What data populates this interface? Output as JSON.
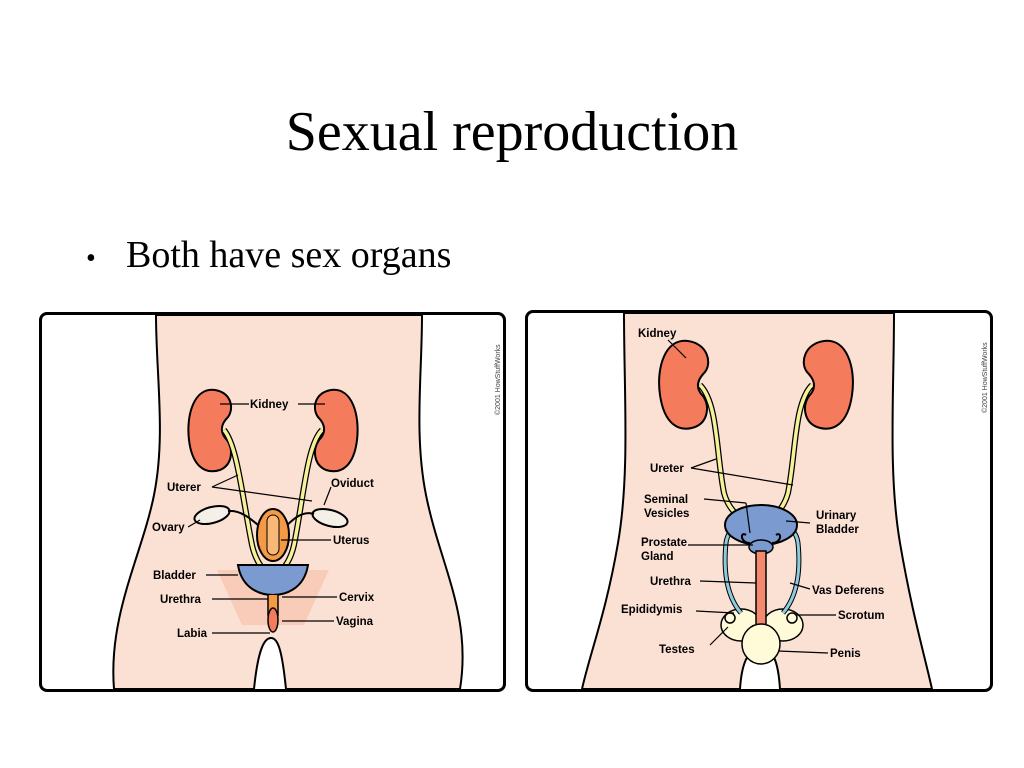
{
  "slide": {
    "title": "Sexual reproduction",
    "bullets": [
      "Both have sex organs"
    ]
  },
  "female_diagram": {
    "copyright": "©2001 HowStuffWorks",
    "labels": {
      "kidney": "Kidney",
      "uterer": "Uterer",
      "oviduct": "Oviduct",
      "ovary": "Ovary",
      "uterus": "Uterus",
      "bladder": "Bladder",
      "urethra": "Urethra",
      "labia": "Labia",
      "cervix": "Cervix",
      "vagina": "Vagina"
    }
  },
  "male_diagram": {
    "copyright": "©2001 HowStuffWorks",
    "labels": {
      "kidney": "Kidney",
      "ureter": "Ureter",
      "seminal_vesicles_1": "Seminal",
      "seminal_vesicles_2": "Vesicles",
      "prostate_gland_1": "Prostate",
      "prostate_gland_2": "Gland",
      "urethra": "Urethra",
      "epididymis": "Epididymis",
      "testes": "Testes",
      "urinary_bladder_1": "Urinary",
      "urinary_bladder_2": "Bladder",
      "vas_deferens": "Vas Deferens",
      "scrotum": "Scrotum",
      "penis": "Penis"
    }
  },
  "colors": {
    "skin": "#fbe0d4",
    "kidney": "#f47c5c",
    "ureter": "#f6f29a",
    "bladder": "#7b9ad0",
    "uterus": "#f49a45",
    "urethra_male": "#f3896f",
    "vas_deferens": "#8fcbe0",
    "testes": "#fffbd8"
  }
}
